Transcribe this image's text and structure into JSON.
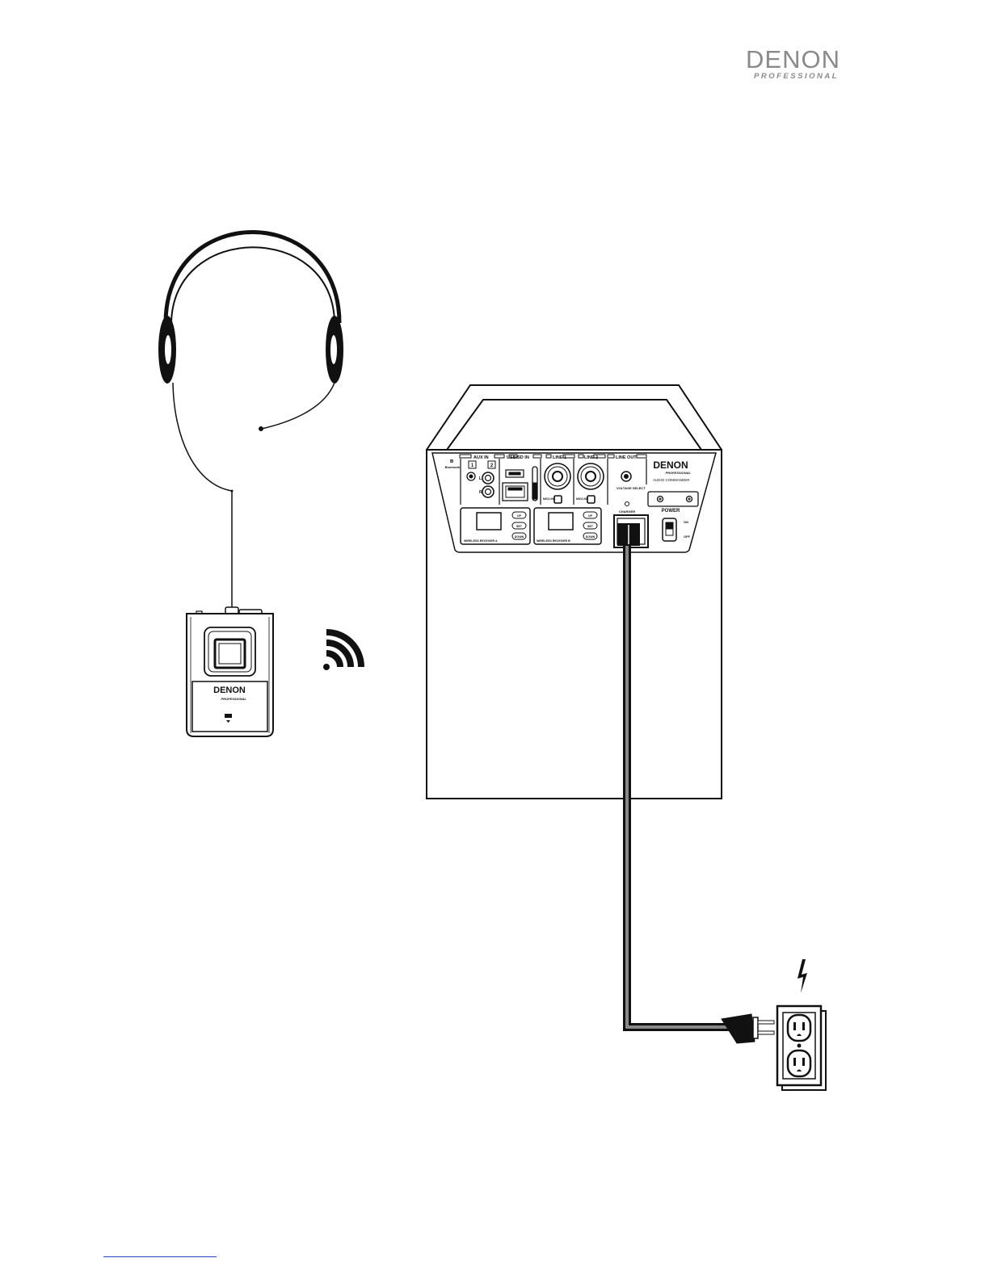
{
  "brand": {
    "main": "DENON",
    "sub": "PROFESSIONAL"
  },
  "speaker": {
    "brand_main": "DENON",
    "brand_sub": "PROFESSIONAL",
    "model": "AUDIO COMMANDER",
    "bluetooth": "Bluetooth",
    "aux_in": "AUX IN",
    "aux_ch1": "1",
    "aux_ch2": "2",
    "aux_left": "L",
    "aux_right": "R",
    "usb_sd_in": "USB/SD IN",
    "line1": "LINE 1",
    "line2": "LINE 2",
    "line_out": "LINE OUT",
    "mic_line1": "MIC/LINE",
    "mic_line2": "MIC/LINE",
    "voltage_select": "VOLTAGE SELECT",
    "receiver_a": "WIRELESS RECEIVER A",
    "receiver_b": "WIRELESS RECEIVER B",
    "btn_up": "UP",
    "btn_set": "SET",
    "btn_down": "DOWN",
    "charger": "CHARGER",
    "power": "POWER",
    "on": "ON",
    "off": "OFF"
  },
  "transmitter": {
    "brand_main": "DENON",
    "brand_sub": "PROFESSIONAL"
  },
  "colors": {
    "line": "#111111",
    "logo_gray": "#8a8a8a",
    "link_blue": "#2a43c9"
  },
  "icons": [
    "headset-icon",
    "wireless-signal-icon",
    "power-lightning-icon",
    "power-plug-icon",
    "wall-outlet-icon"
  ]
}
